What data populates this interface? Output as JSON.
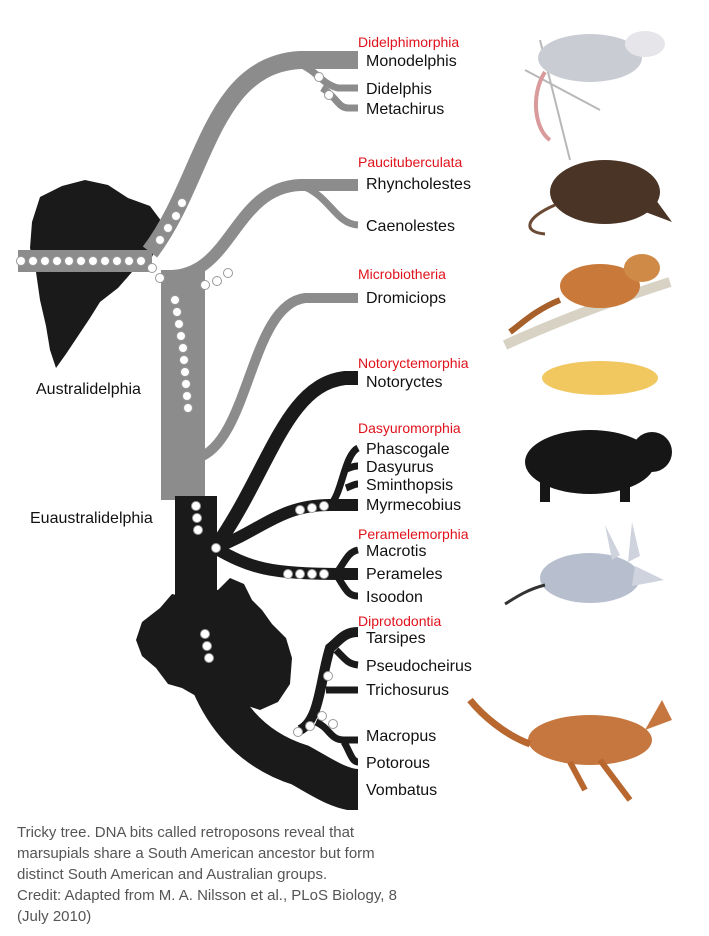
{
  "clades": {
    "australidelphia": "Australidelphia",
    "euaustralidelphia": "Euaustralidelphia"
  },
  "orders": {
    "didelphimorphia": {
      "name": "Didelphimorphia",
      "genera": [
        "Monodelphis",
        "Didelphis",
        "Metachirus"
      ]
    },
    "paucituberculata": {
      "name": "Paucituberculata",
      "genera": [
        "Rhyncholestes",
        "Caenolestes"
      ]
    },
    "microbiotheria": {
      "name": "Microbiotheria",
      "genera": [
        "Dromiciops"
      ]
    },
    "notoryctemorphia": {
      "name": "Notoryctemorphia",
      "genera": [
        "Notoryctes"
      ]
    },
    "dasyuromorphia": {
      "name": "Dasyuromorphia",
      "genera": [
        "Phascogale",
        "Dasyurus",
        "Sminthopsis",
        "Myrmecobius"
      ]
    },
    "peramelemorphia": {
      "name": "Peramelemorphia",
      "genera": [
        "Macrotis",
        "Perameles",
        "Isoodon"
      ]
    },
    "diprotodontia": {
      "name": "Diprotodontia",
      "genera": [
        "Tarsipes",
        "Pseudocheirus",
        "Trichosurus",
        "Macropus",
        "Potorous",
        "Vombatus"
      ]
    }
  },
  "caption": {
    "line1": "Tricky tree. DNA bits called retroposons reveal that",
    "line2": "marsupials share a South American ancestor but form",
    "line3": "distinct South American and Australian groups.",
    "line4": "Credit: Adapted from M. A. Nilsson et al., PLoS Biology, 8",
    "line5": "(July 2010)"
  },
  "colors": {
    "south_american_branch": "#8c8c8c",
    "australian_branch": "#1a1a1a",
    "order_label": "#e0121b",
    "caption_text": "#555555"
  }
}
